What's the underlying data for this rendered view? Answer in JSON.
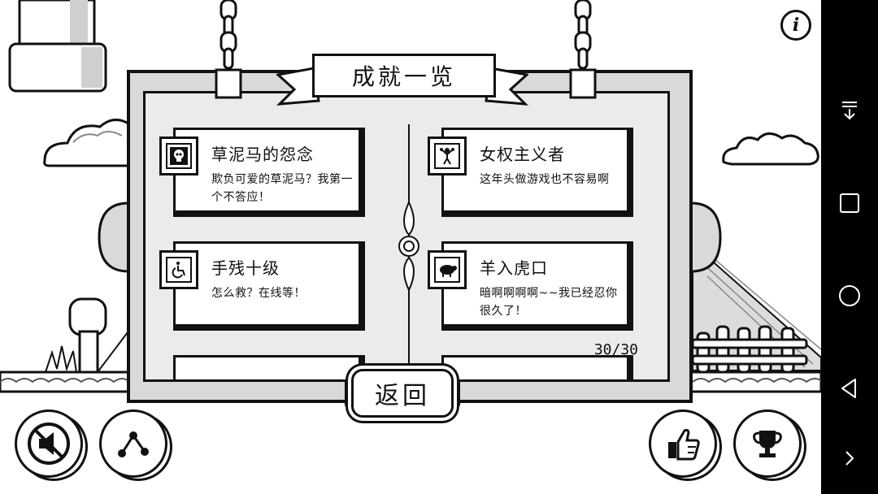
{
  "banner": {
    "title": "成就一览"
  },
  "achievements": [
    {
      "title": "草泥马的怨念",
      "desc": "欺负可爱的草泥马？我第一个不答应！",
      "icon": "skull-icon"
    },
    {
      "title": "女权主义者",
      "desc": "这年头做游戏也不容易啊",
      "icon": "cheerleader-icon"
    },
    {
      "title": "手残十级",
      "desc": "怎么救？在线等！",
      "icon": "wheelchair-icon"
    },
    {
      "title": "羊入虎口",
      "desc": "暗啊啊啊啊~~我已经忍你很久了！",
      "icon": "sheep-icon"
    }
  ],
  "counter": "30/30",
  "back_label": "返回",
  "info_label": "i",
  "bottom_buttons": {
    "left": [
      "mute-icon",
      "share-icon"
    ],
    "right": [
      "thumbs-up-icon",
      "trophy-icon"
    ]
  },
  "android_nav": [
    "pull-down-icon",
    "recents-icon",
    "home-icon",
    "back-icon",
    "more-icon"
  ]
}
